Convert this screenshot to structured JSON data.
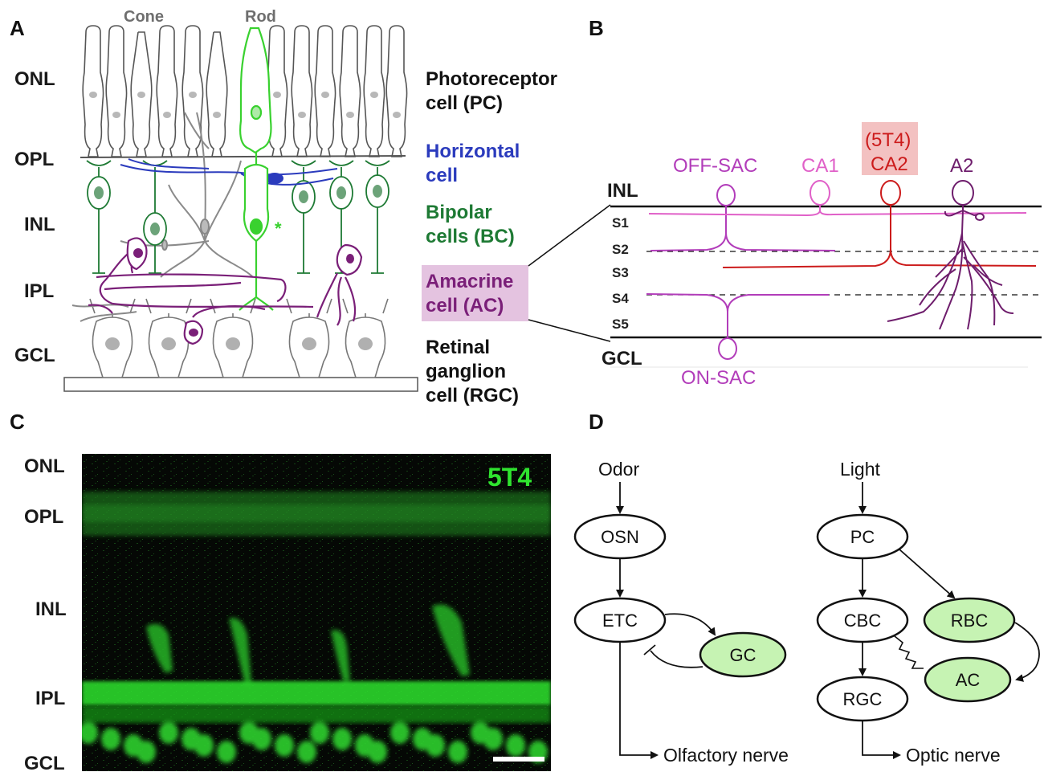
{
  "panels": {
    "a": "A",
    "b": "B",
    "c": "C",
    "d": "D"
  },
  "panel_a": {
    "cone_label": "Cone",
    "rod_label": "Rod",
    "layers": [
      "ONL",
      "OPL",
      "INL",
      "IPL",
      "GCL"
    ],
    "asterisk": "*",
    "legend": {
      "pc_line1": "Photoreceptor",
      "pc_line2": "cell (PC)",
      "hc_line1": "Horizontal",
      "hc_line2": "cell",
      "bc_line1": "Bipolar",
      "bc_line2": "cells (BC)",
      "ac_line1": "Amacrine",
      "ac_line2": "cell (AC)",
      "rgc_line1": "Retinal",
      "rgc_line2": "ganglion",
      "rgc_line3": "cell (RGC)"
    },
    "colors": {
      "pc": "#111111",
      "hc": "#2b3bbd",
      "bc": "#1e7a34",
      "ac": "#7a1f78",
      "rod": "#39d12f",
      "ac_box": "#e4c3e0"
    }
  },
  "panel_b": {
    "inl": "INL",
    "gcl": "GCL",
    "strata": [
      "S1",
      "S2",
      "S3",
      "S4",
      "S5"
    ],
    "off_sac": "OFF-SAC",
    "on_sac": "ON-SAC",
    "ca1": "CA1",
    "ca2_top": "(5T4)",
    "ca2": "CA2",
    "a2": "A2",
    "colors": {
      "sac": "#b23dba",
      "ca1": "#e060c8",
      "ca2": "#cc1b1b",
      "a2": "#6e1d6c",
      "ca2_box": "#f3c1c1"
    }
  },
  "panel_c": {
    "layers": [
      "ONL",
      "OPL",
      "INL",
      "IPL",
      "GCL"
    ],
    "marker": "5T4",
    "colors": {
      "signal": "#2fe32f",
      "background": "#050805"
    }
  },
  "panel_d": {
    "odor": "Odor",
    "light": "Light",
    "osn": "OSN",
    "etc": "ETC",
    "gc": "GC",
    "olfactory": "Olfactory nerve",
    "pc": "PC",
    "cbc": "CBC",
    "rbc": "RBC",
    "ac": "AC",
    "rgc": "RGC",
    "optic": "Optic nerve",
    "colors": {
      "highlight": "#c6f3b3"
    }
  }
}
